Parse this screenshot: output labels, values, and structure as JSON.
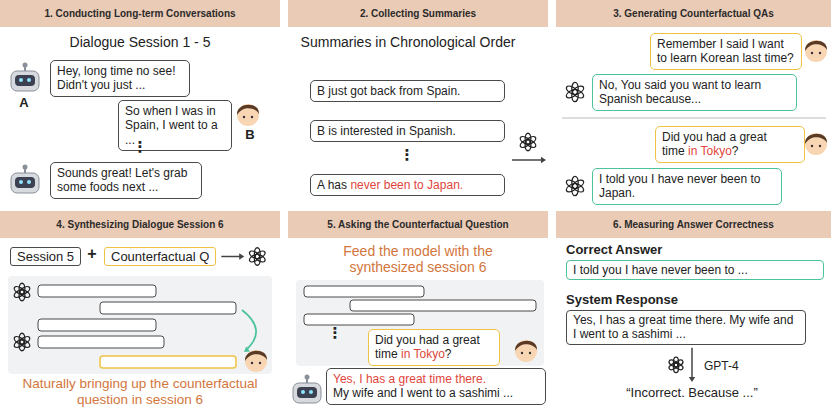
{
  "diagram": {
    "nodes": [
      {
        "text": [
          "1. Conducting Long-term Conversations"
        ]
      },
      {
        "text": [
          "Hey, long time no see! Didn't you just ..."
        ]
      },
      {
        "text": [
          "So when I was in Spain, I went to a ..."
        ]
      },
      {
        "text": [
          "Sounds great! Let's grab some foods next ..."
        ]
      },
      {
        "text": [
          "2. Collecting Summaries"
        ]
      },
      {
        "text": [
          "B just got back from Spain."
        ]
      },
      {
        "text": [
          "B is interested in Spanish."
        ]
      },
      {
        "text": [
          "A has",
          "never been to Japan."
        ]
      },
      {
        "text": [
          "3. Generating Counterfactual QAs"
        ]
      },
      {
        "text": [
          "Remember I said I want to learn Korean last time?"
        ]
      },
      {
        "text": [
          "No, You said you want to learn Spanish because..."
        ]
      },
      {
        "text": [
          "Did you had a great time",
          "in Tokyo",
          "?"
        ]
      },
      {
        "text": [
          "I told you I have never been to Japan."
        ]
      },
      {
        "text": [
          "4. Synthesizing Dialogue Session 6"
        ]
      },
      {
        "text": [
          "Session 5"
        ]
      },
      {
        "text": [
          "Counterfactual Q"
        ]
      },
      {
        "text": [
          "5. Asking the Counterfactual Question"
        ]
      },
      {
        "text": [
          "Did you had a great time",
          "in Tokyo",
          "?"
        ]
      },
      {
        "text": [
          "Yes, I has a great time there.",
          "My wife and I went to a sashimi ..."
        ]
      },
      {
        "text": [
          "6. Measuring Answer Correctness"
        ]
      },
      {
        "text": [
          "Correct Answer",
          "I told you I have never been to ..."
        ]
      },
      {
        "text": [
          "System Response",
          "Yes, I has a great time there. My wife and I went to a sashimi ..."
        ]
      }
    ],
    "labels": [
      "Dialogue Session 1 - 5",
      "A",
      "B",
      "⋮",
      "Summaries in Chronological Order",
      "⋮",
      "+",
      "Naturally bringing up the counterfactual question in session 6",
      "Feed the model with the synthesized session 6",
      "⋮",
      "GPT-4",
      "“Incorrect. Because ...”"
    ]
  }
}
